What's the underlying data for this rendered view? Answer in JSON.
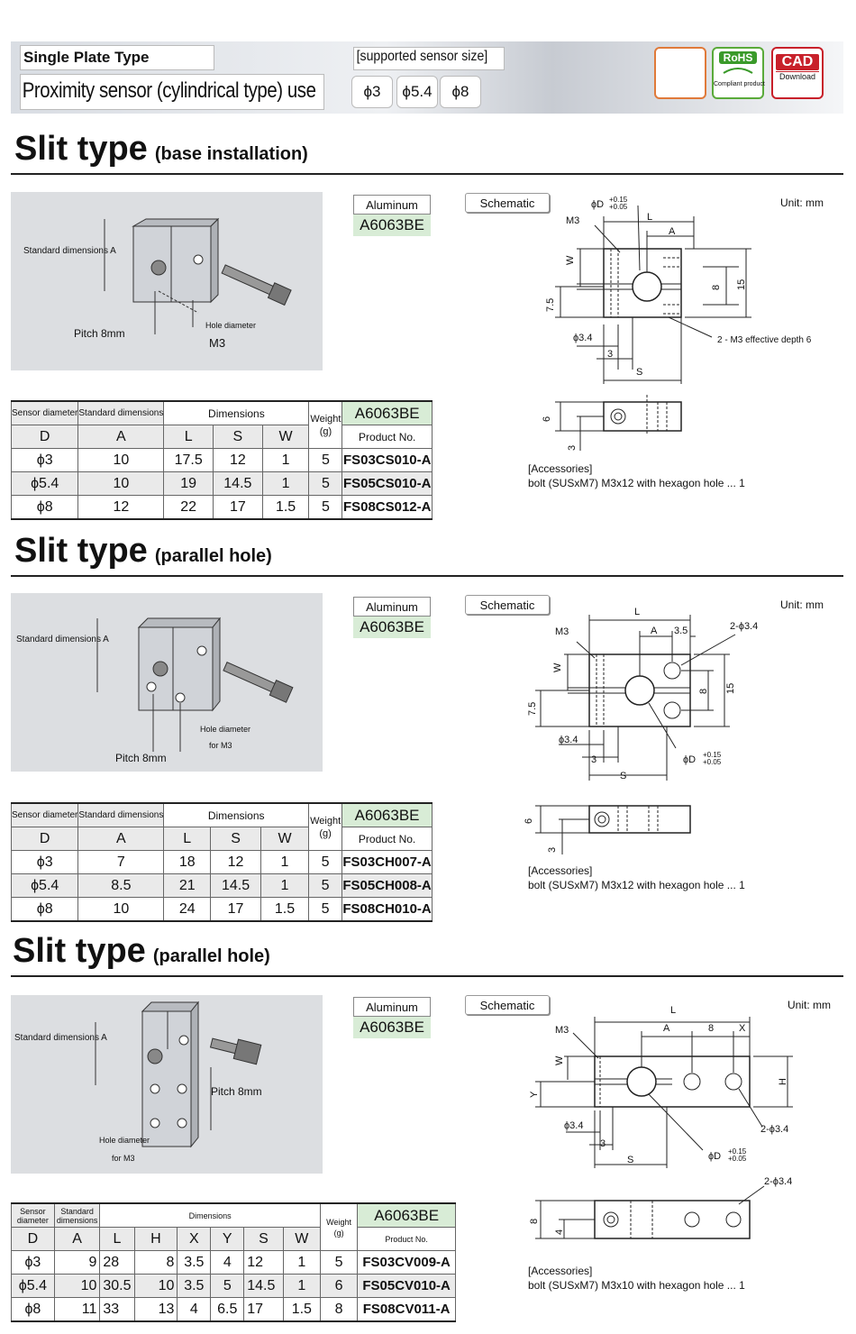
{
  "header": {
    "type_label": "Single Plate Type",
    "title": "Proximity sensor (cylindrical type) use",
    "sensor_size_label": "[supported sensor size]",
    "sizes": [
      "ϕ3",
      "ϕ5.4",
      "ϕ8"
    ],
    "rohs_label": "RoHS",
    "rohs_sub": "Compliant product",
    "cad_label": "CAD",
    "cad_sub": "Download"
  },
  "common": {
    "material_name": "Aluminum",
    "material_code": "A6063BE",
    "schematic_label": "Schematic",
    "unit_label": "Unit: mm",
    "accessories_label": "[Accessories]",
    "sensor_diameter": "Sensor diameter",
    "standard_dimensions": "Standard dimensions",
    "dimensions": "Dimensions",
    "weight": "Weight",
    "weight_unit": "(g)",
    "product_no": "Product No."
  },
  "sections": [
    {
      "title": "Slit type",
      "subtitle": "(base installation)",
      "photo_labels": {
        "std": "Standard dimensions A",
        "pitch": "Pitch 8mm",
        "hole": "Hole diameter",
        "hole_size": "M3"
      },
      "accessory": "bolt (SUSxM7) M3x12 with hexagon hole ... 1",
      "columns": [
        "D",
        "A",
        "L",
        "S",
        "W"
      ],
      "rows": [
        [
          "ϕ3",
          "10",
          "17.5",
          "12",
          "1",
          "5",
          "FS03CS010-A"
        ],
        [
          "ϕ5.4",
          "10",
          "19",
          "14.5",
          "1",
          "5",
          "FS05CS010-A"
        ],
        [
          "ϕ8",
          "12",
          "22",
          "17",
          "1.5",
          "5",
          "FS08CS012-A"
        ]
      ]
    },
    {
      "title": "Slit type",
      "subtitle": "(parallel hole)",
      "photo_labels": {
        "std": "Standard dimensions A",
        "pitch": "Pitch  8mm",
        "hole": "Hole diameter",
        "hole_size": "for M3"
      },
      "accessory": "bolt (SUSxM7) M3x12 with hexagon hole ... 1",
      "columns": [
        "D",
        "A",
        "L",
        "S",
        "W"
      ],
      "rows": [
        [
          "ϕ3",
          "7",
          "18",
          "12",
          "1",
          "5",
          "FS03CH007-A"
        ],
        [
          "ϕ5.4",
          "8.5",
          "21",
          "14.5",
          "1",
          "5",
          "FS05CH008-A"
        ],
        [
          "ϕ8",
          "10",
          "24",
          "17",
          "1.5",
          "5",
          "FS08CH010-A"
        ]
      ]
    },
    {
      "title": "Slit type",
      "subtitle": "(parallel hole)",
      "photo_labels": {
        "std": "Standard dimensions A",
        "pitch": "Pitch 8mm",
        "hole": "Hole diameter",
        "hole_size": "for M3"
      },
      "accessory": "bolt (SUSxM7) M3x10 with hexagon hole ... 1",
      "columns": [
        "D",
        "A",
        "L",
        "H",
        "X",
        "Y",
        "S",
        "W"
      ],
      "rows": [
        [
          "ϕ3",
          "9",
          "28",
          "8",
          "3.5",
          "4",
          "12",
          "1",
          "5",
          "FS03CV009-A"
        ],
        [
          "ϕ5.4",
          "10",
          "30.5",
          "10",
          "3.5",
          "5",
          "14.5",
          "1",
          "6",
          "FS05CV010-A"
        ],
        [
          "ϕ8",
          "11",
          "33",
          "13",
          "4",
          "6.5",
          "17",
          "1.5",
          "8",
          "FS08CV011-A"
        ]
      ]
    }
  ],
  "drawings": {
    "s1": {
      "phiD": "ϕD",
      "tol_up": "+0.15",
      "tol_dn": "+0.05",
      "m3": "M3",
      "L": "L",
      "A": "A",
      "W": "W",
      "h15": "15",
      "h8": "8",
      "h75": "7.5",
      "phi34": "ϕ3.4",
      "d3": "3",
      "S": "S",
      "tap": "2 - M3 effective depth 6",
      "side6": "6",
      "side3": "3"
    },
    "s2": {
      "L": "L",
      "A": "A",
      "d35": "3.5",
      "holes": "2-ϕ3.4",
      "m3": "M3",
      "W": "W",
      "h8": "8",
      "h15": "15",
      "h75": "7.5",
      "phi34": "ϕ3.4",
      "d3": "3",
      "S": "S",
      "phiD": "ϕD",
      "tol_up": "+0.15",
      "tol_dn": "+0.05",
      "side6": "6",
      "side3": "3"
    },
    "s3": {
      "L": "L",
      "A": "A",
      "d8": "8",
      "X": "X",
      "m3": "M3",
      "W": "W",
      "Y": "Y",
      "H": "H",
      "phi34": "ϕ3.4",
      "d3": "3",
      "S": "S",
      "holes": "2-ϕ3.4",
      "phiD": "ϕD",
      "tol_up": "+0.15",
      "tol_dn": "+0.05",
      "side8": "8",
      "side4": "4"
    }
  }
}
